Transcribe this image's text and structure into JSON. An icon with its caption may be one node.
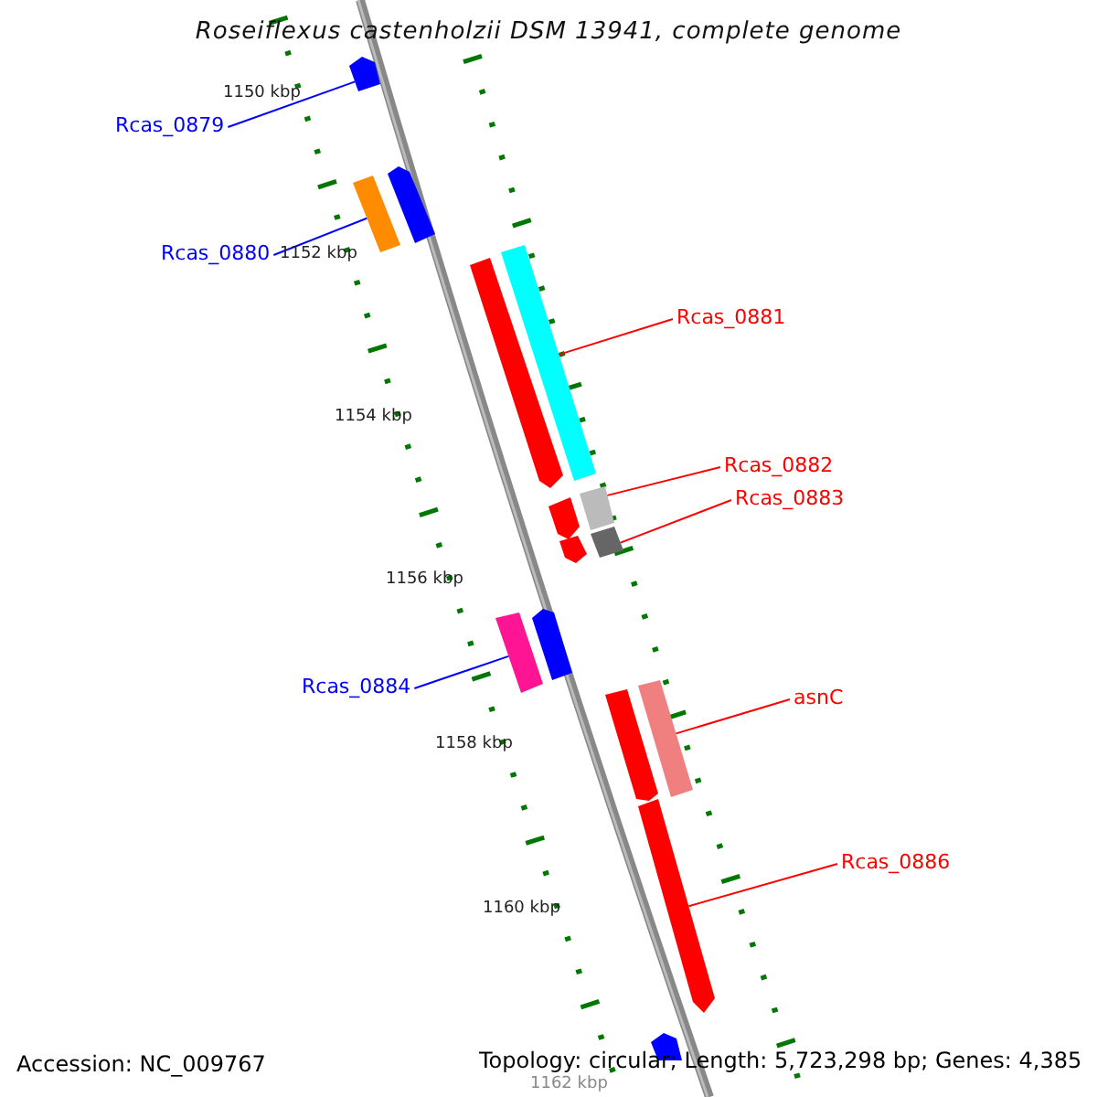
{
  "diagram": {
    "title": "Roseiflexus castenholzii DSM 13941, complete genome",
    "nodes": [
      {
        "text": [
          "Rcas_0879"
        ]
      },
      {
        "text": [
          "Rcas_0880"
        ]
      },
      {
        "text": [
          "Rcas_0881"
        ]
      },
      {
        "text": [
          "Rcas_0882"
        ]
      },
      {
        "text": [
          "Rcas_0883"
        ]
      },
      {
        "text": [
          "Rcas_0884"
        ]
      },
      {
        "text": [
          "asnC"
        ]
      },
      {
        "text": [
          "Rcas_0886"
        ]
      },
      {
        "text": [],
        "shape": "bar"
      },
      {
        "text": [],
        "shape": "bar"
      },
      {
        "text": [],
        "shape": "bar"
      },
      {
        "text": [],
        "shape": "bar"
      },
      {
        "text": [],
        "shape": "bar"
      },
      {
        "text": [],
        "shape": "bar"
      },
      {
        "text": [],
        "shape": "bar"
      },
      {
        "text": [],
        "shape": "bar"
      }
    ],
    "edges": [
      {
        "from": 0,
        "to": 8,
        "arrow": "none",
        "color": "#0000ff"
      },
      {
        "from": 1,
        "to": 9,
        "arrow": "none",
        "color": "#0000ff"
      },
      {
        "from": 2,
        "to": 10,
        "arrow": "none"
      },
      {
        "from": 3,
        "to": 11,
        "arrow": "none"
      },
      {
        "from": 4,
        "to": 12,
        "arrow": "none"
      },
      {
        "from": 5,
        "to": 13,
        "arrow": "none",
        "color": "#0000ff"
      },
      {
        "from": 6,
        "to": 14,
        "arrow": "none"
      },
      {
        "from": 7,
        "to": 15,
        "arrow": "none"
      }
    ],
    "labels": [
      "1150 kbp",
      "1152 kbp",
      "1154 kbp",
      "1156 kbp",
      "1158 kbp",
      "1160 kbp",
      "1162 kbp",
      "Accession: NC_009767",
      "Topology: circular; Length: 5,723,298 bp; Genes: 4,385"
    ]
  }
}
